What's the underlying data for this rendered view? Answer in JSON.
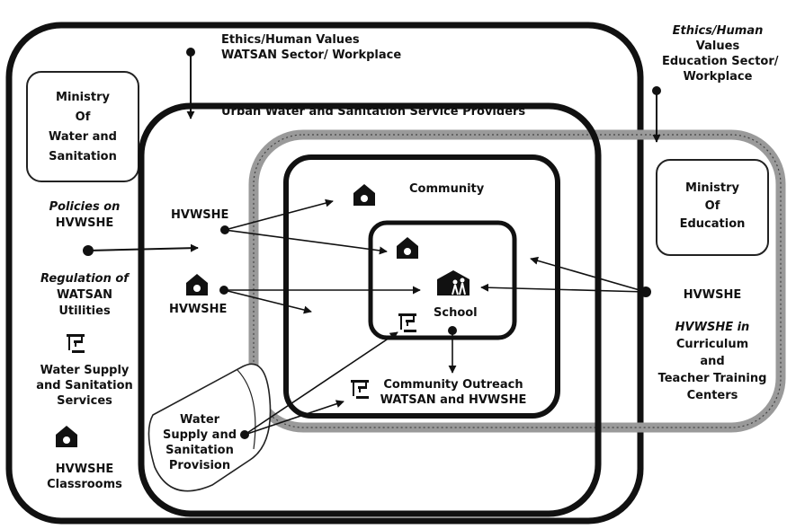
{
  "labels": {
    "ethics_watsan_1": "Ethics/Human Values",
    "ethics_watsan_2": "WATSAN Sector/ Workplace",
    "ethics_edu_1": "Ethics/Human",
    "ethics_edu_2": "Values",
    "ethics_edu_3": "Education Sector/",
    "ethics_edu_4": "Workplace",
    "ministry_water_1": "Ministry",
    "ministry_water_2": "Of",
    "ministry_water_3": "Water and",
    "ministry_water_4": "Sanitation",
    "urban_providers": "Urban Water and Sanitation Service Providers",
    "ministry_edu_1": "Ministry",
    "ministry_edu_2": "Of",
    "ministry_edu_3": "Education",
    "policies_1": "Policies on",
    "policies_2": "HVWSHE",
    "regulation_1": "Regulation of",
    "regulation_2": "WATSAN",
    "regulation_3": "Utilities",
    "water_supply_services_1": "Water Supply",
    "water_supply_services_2": "and Sanitation",
    "water_supply_services_3": "Services",
    "hvwshe_classrooms_1": "HVWSHE",
    "hvwshe_classrooms_2": "Classrooms",
    "community": "Community",
    "hvwshe_upper": "HVWSHE",
    "hvwshe_lower": "HVWSHE",
    "school": "School",
    "outreach_1": "Community Outreach",
    "outreach_2": "WATSAN and HVWSHE",
    "provision_1": "Water",
    "provision_2": "Supply and",
    "provision_3": "Sanitation",
    "provision_4": "Provision",
    "hvwshe_right": "HVWSHE",
    "curriculum_1": "HVWSHE in",
    "curriculum_2": "Curriculum",
    "curriculum_3": "and",
    "curriculum_4": "Teacher Training",
    "curriculum_5": "Centers"
  }
}
